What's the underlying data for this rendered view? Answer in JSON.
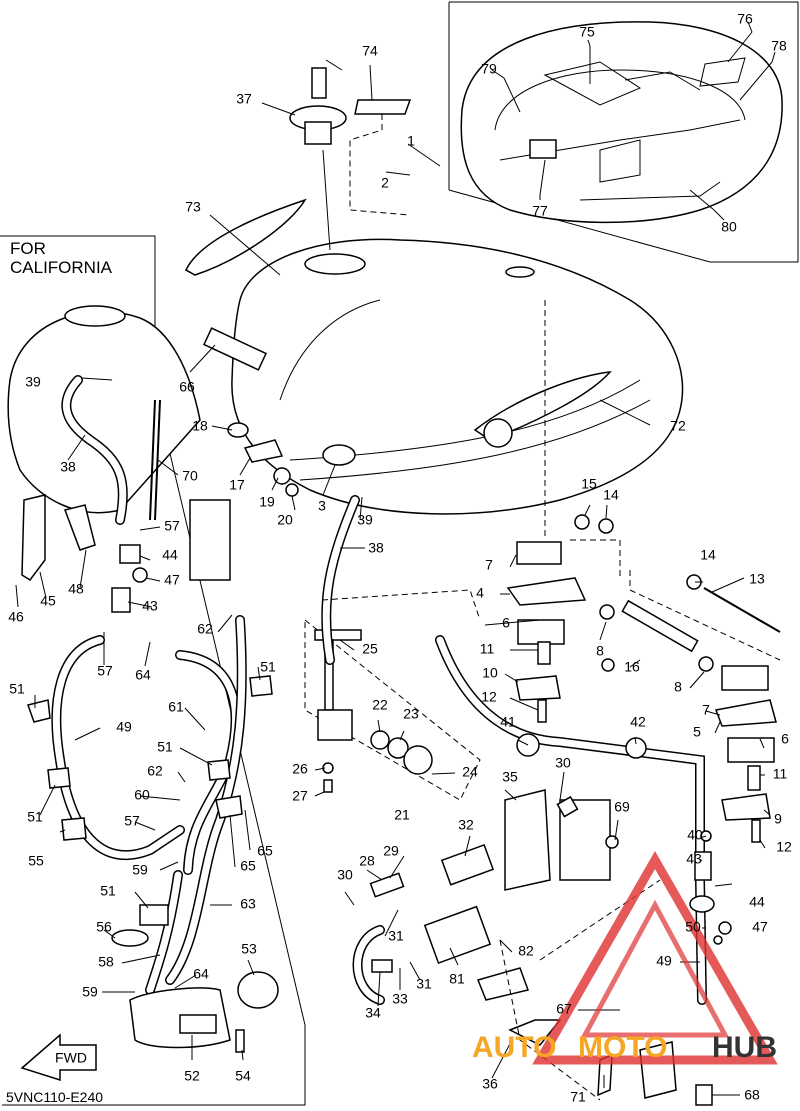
{
  "california_box": {
    "line1": "FOR",
    "line2": "CALIFORNIA"
  },
  "diagram_code": "5VNC110-E240",
  "fwd_label": "FWD",
  "watermark": {
    "part1": "AUTO",
    "part2": "MOTO",
    "part3": "HUB",
    "color_red": "#e03030",
    "color_orange": "#f5a623",
    "color_dark": "#333333"
  },
  "callouts": [
    "1",
    "2",
    "3",
    "4",
    "5",
    "6",
    "7",
    "8",
    "9",
    "10",
    "11",
    "12",
    "13",
    "14",
    "15",
    "16",
    "17",
    "18",
    "19",
    "20",
    "21",
    "22",
    "23",
    "24",
    "25",
    "26",
    "27",
    "28",
    "29",
    "30",
    "31",
    "32",
    "33",
    "34",
    "35",
    "36",
    "37",
    "38",
    "39",
    "40",
    "41",
    "42",
    "43",
    "44",
    "45",
    "46",
    "47",
    "48",
    "49",
    "50",
    "51",
    "52",
    "53",
    "54",
    "55",
    "56",
    "57",
    "58",
    "59",
    "60",
    "61",
    "62",
    "63",
    "64",
    "65",
    "66",
    "67",
    "68",
    "69",
    "70",
    "71",
    "72",
    "73",
    "74",
    "75",
    "76",
    "77",
    "78",
    "79",
    "80",
    "81",
    "82"
  ]
}
